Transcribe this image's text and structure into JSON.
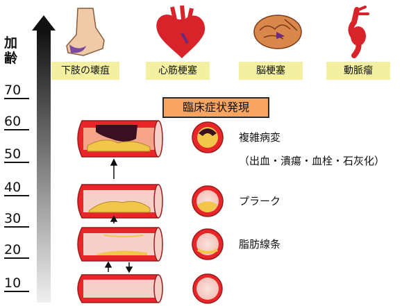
{
  "age_axis": {
    "title_chars": [
      "加",
      "齢"
    ],
    "ticks": [
      "70",
      "60",
      "50",
      "40",
      "30",
      "20",
      "10"
    ]
  },
  "organs": [
    {
      "label": "下肢の壊疽",
      "icon": "foot-icon"
    },
    {
      "label": "心筋梗塞",
      "icon": "heart-icon"
    },
    {
      "label": "脳梗塞",
      "icon": "brain-icon"
    },
    {
      "label": "動脈瘤",
      "icon": "aorta-icon"
    }
  ],
  "onset_label": "臨床症状発現",
  "stages": [
    {
      "label": "複雑病変",
      "sublabel": "（出血・潰瘍・血栓・石灰化）"
    },
    {
      "label": "プラーク"
    },
    {
      "label": "脂肪線条"
    }
  ],
  "colors": {
    "vessel_wall": "#e8262a",
    "lumen": "#f6cfc8",
    "plaque": "#f2c64a",
    "onset_box": "#f7a560",
    "organ_box": "#f4f0a2"
  }
}
